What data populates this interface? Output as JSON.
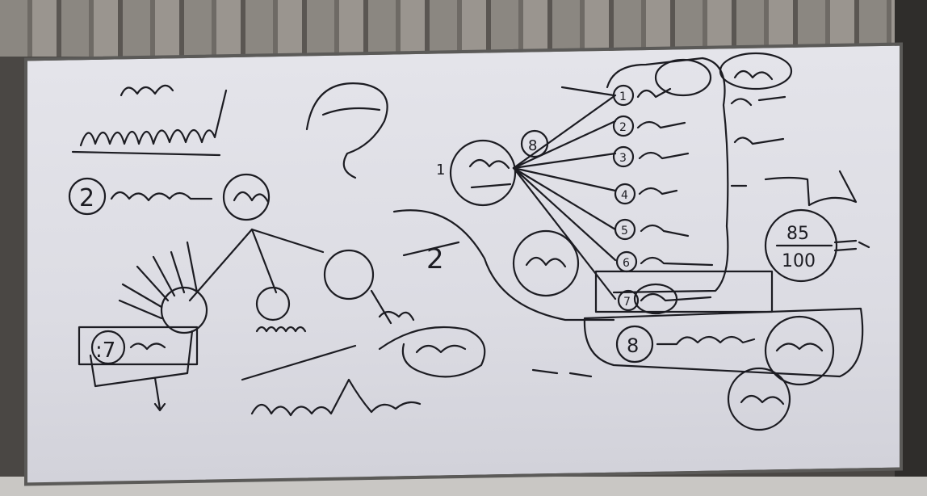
{
  "scene": {
    "description_label": "whiteboard-photo",
    "board_color": "#e0e0e6",
    "ink_color": "#1c1c22"
  },
  "handwriting": {
    "num_2": "2",
    "num_1": "1",
    "num_8a": "8",
    "num_8b": "8",
    "num_7": "7",
    "num_7b": ":7",
    "fraction_top": "85",
    "fraction_bottom": "100",
    "list_1": "1",
    "list_2": "2",
    "list_3": "3",
    "list_4": "4",
    "list_5": "5",
    "list_6": "6"
  }
}
